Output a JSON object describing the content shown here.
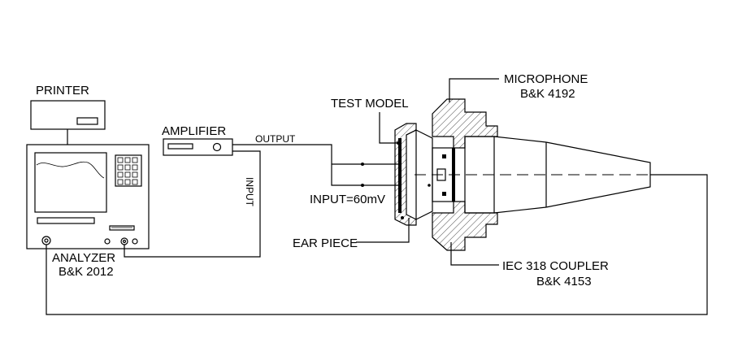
{
  "labels": {
    "printer": "PRINTER",
    "amplifier": "AMPLIFIER",
    "output": "OUTPUT",
    "input": "INPUT",
    "input_level": "INPUT=60mV",
    "test_model": "TEST MODEL",
    "ear_piece": "EAR PIECE",
    "microphone": "MICROPHONE",
    "microphone_model": "B&K  4192",
    "analyzer": "ANALYZER",
    "analyzer_model": "B&K 2012",
    "coupler": "IEC  318  COUPLER",
    "coupler_model": "B&K  4153"
  },
  "colors": {
    "line": "#000000",
    "background": "#ffffff"
  }
}
